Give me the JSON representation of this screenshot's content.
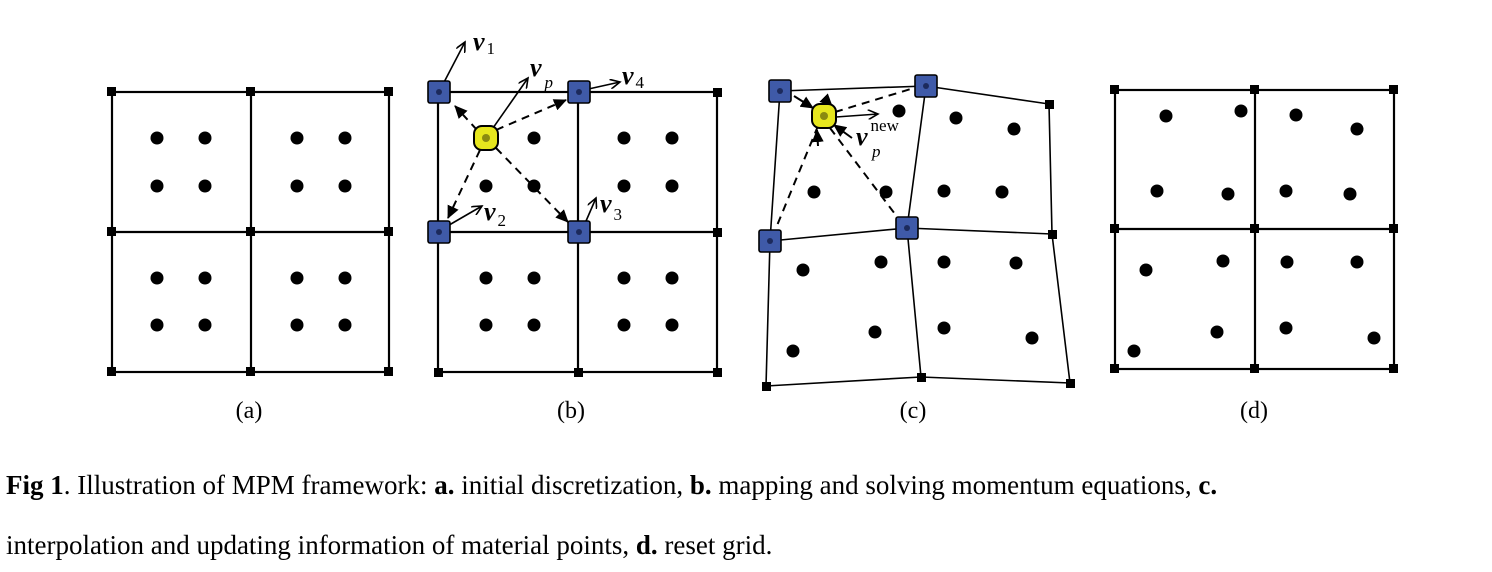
{
  "panels": [
    {
      "id": "a",
      "label": "(a)"
    },
    {
      "id": "b",
      "label": "(b)"
    },
    {
      "id": "c",
      "label": "(c)"
    },
    {
      "id": "d",
      "label": "(d)"
    }
  ],
  "vectors": {
    "v1": {
      "base": "v",
      "sub": "1"
    },
    "vp": {
      "base": "v",
      "sub": "p"
    },
    "v4": {
      "base": "v",
      "sub": "4"
    },
    "v2": {
      "base": "v",
      "sub": "2"
    },
    "v3": {
      "base": "v",
      "sub": "3"
    },
    "vp_new": {
      "base": "v",
      "sup": "new",
      "sub": "p"
    }
  },
  "colors": {
    "node_fill": "#3f5aa8",
    "material_point_fill": "#e6e61e",
    "line": "#000000"
  },
  "caption": {
    "fig": "Fig 1",
    "intro": ". Illustration of MPM framework: ",
    "a_key": "a.",
    "a_text": " initial discretization, ",
    "b_key": "b.",
    "b_text": " mapping and solving momentum equations, ",
    "c_key": "c.",
    "c_text": "interpolation and updating information of material points, ",
    "d_key": "d.",
    "d_text": " reset grid."
  }
}
